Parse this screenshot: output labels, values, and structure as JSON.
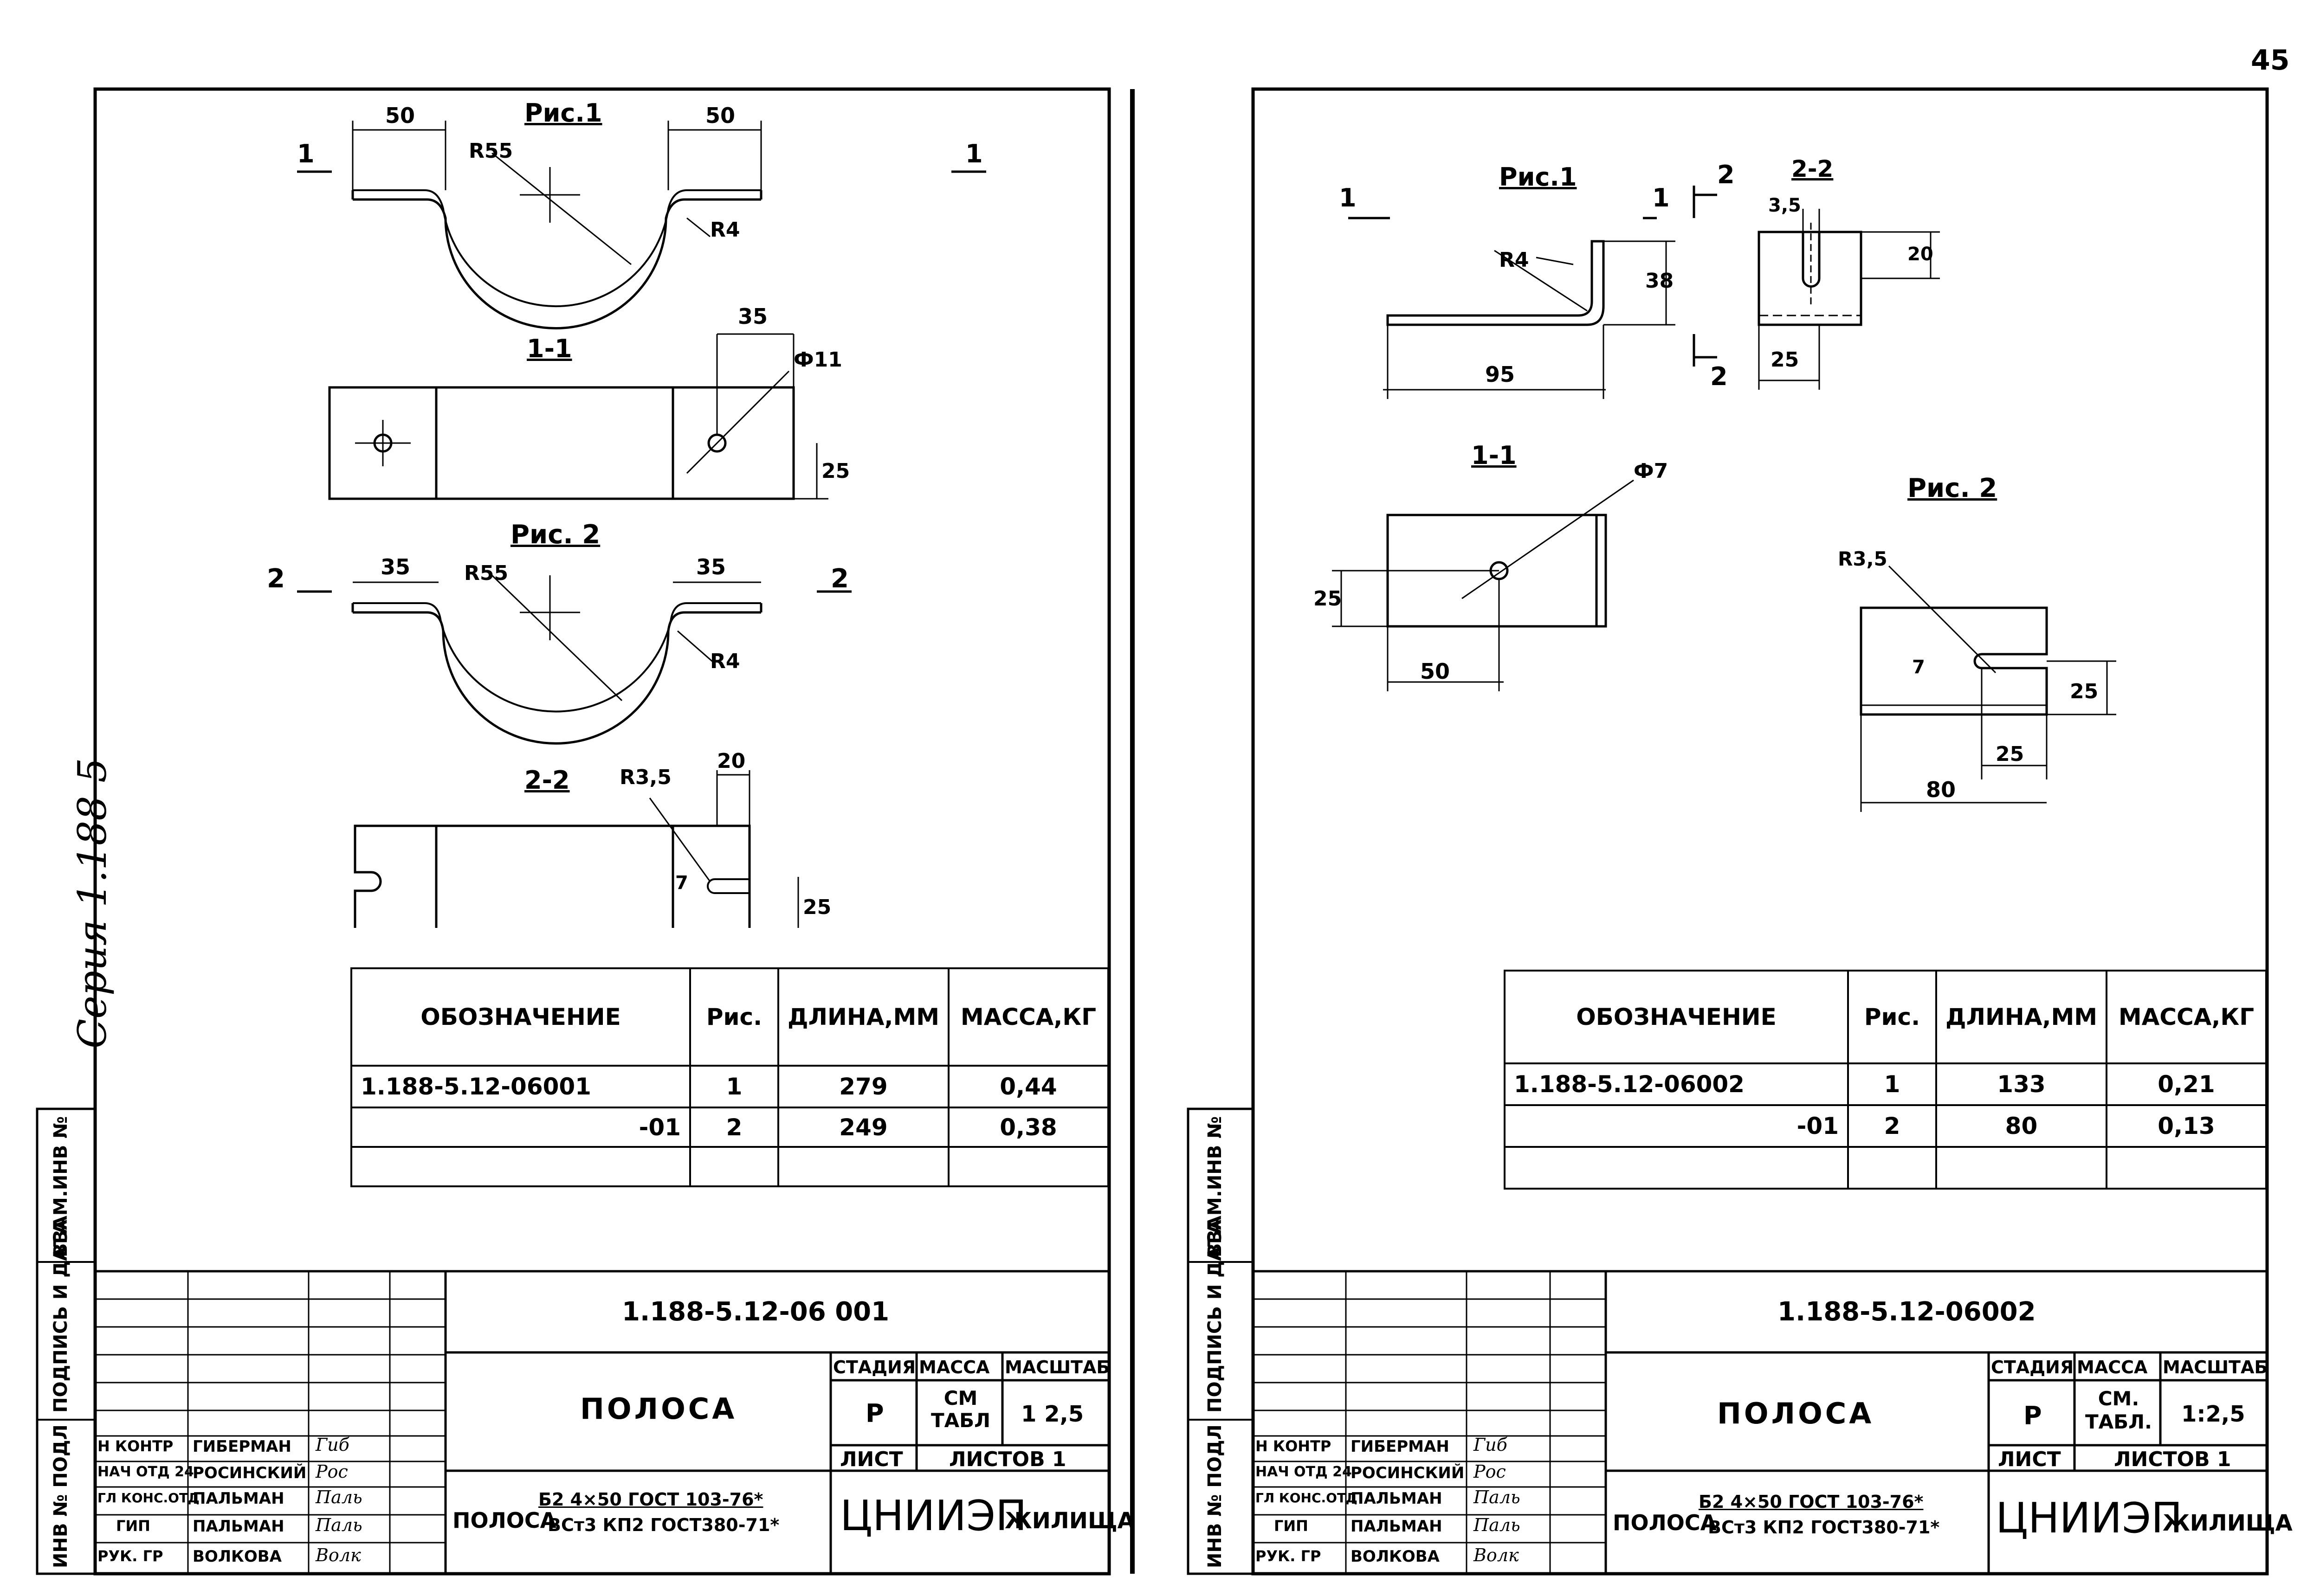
{
  "page_number": "45",
  "series_note": "Серия 1.188-5",
  "side_labels": {
    "inv_orig": "ИНВ № ПОДЛ",
    "sign_date": "ПОДПИСЬ И ДАТА",
    "vzam": "ВЗАМ.ИНВ №"
  },
  "sheets": [
    {
      "drawing": {
        "fig1_title": "Рис.1",
        "fig1_dims": {
          "left_flange": "50",
          "right_flange": "50",
          "radius": "R55",
          "bend": "R4"
        },
        "section_marks_fig1": {
          "left": "1",
          "right": "1"
        },
        "section11_title": "1-1",
        "section11_dims": {
          "width": "35",
          "hole": "Ф11",
          "height": "25"
        },
        "fig2_title": "Рис. 2",
        "fig2_dims": {
          "left_flange": "35",
          "right_flange": "35",
          "radius": "R55",
          "bend": "R4"
        },
        "section_marks_fig2": {
          "left": "2",
          "right": "2"
        },
        "section22_title": "2-2",
        "section22_dims": {
          "radius": "R3,5",
          "width": "20",
          "slot": "7",
          "height": "25"
        }
      },
      "table": {
        "headers": [
          "ОБОЗНАЧЕНИЕ",
          "Рис.",
          "ДЛИНА,ММ",
          "МАССА,КГ"
        ],
        "rows": [
          [
            "1.188-5.12-06001",
            "1",
            "279",
            "0,44"
          ],
          [
            "-01",
            "2",
            "249",
            "0,38"
          ]
        ]
      },
      "title_block": {
        "doc_code": "1.188-5.12-06 001",
        "name": "ПОЛОСА",
        "stage_label": "СТАДИЯ",
        "mass_label": "МАССА",
        "scale_label": "МАСШТАБ",
        "stage": "Р",
        "mass": "СМ ТАБЛ",
        "scale": "1 2,5",
        "sheet_label": "ЛИСТ",
        "sheets_label": "ЛИСТОВ 1",
        "material_prefix": "ПОЛОСА",
        "material_top": "Б2 4×50 ГОСТ 103-76*",
        "material_bottom": "ВСт3 КП2 ГОСТ380-71*",
        "org": "ЦНИИЭП",
        "org_sub": "ЖИЛИЩА",
        "staff": [
          {
            "role": "Н КОНТР",
            "name": "ГИБЕРМАН",
            "sign": "Гиб"
          },
          {
            "role": "НАЧ ОТД 24",
            "name": "РОСИНСКИЙ",
            "sign": "Рос"
          },
          {
            "role": "ГЛ КОНС.ОТД",
            "name": "ПАЛЬМАН",
            "sign": "Паль"
          },
          {
            "role": "ГИП",
            "name": "ПАЛЬМАН",
            "sign": "Паль"
          },
          {
            "role": "РУК. ГР",
            "name": "ВОЛКОВА",
            "sign": "Волк"
          }
        ]
      }
    },
    {
      "drawing": {
        "fig1_title": "Рис.1",
        "fig1_dims": {
          "length": "95",
          "height": "38",
          "bend": "R4"
        },
        "section_marks": {
          "left": "1",
          "mid": "1",
          "two_top": "2",
          "two_bottom": "2"
        },
        "section22_title": "2-2",
        "section22_dims": {
          "slot": "3,5",
          "height": "20",
          "width": "25"
        },
        "section11_title": "1-1",
        "section11_dims": {
          "hole": "Ф7",
          "height": "25",
          "width": "50"
        },
        "fig2_title": "Рис. 2",
        "fig2_dims": {
          "radius": "R3,5",
          "slot": "7",
          "height": "25",
          "inner": "25",
          "length": "80"
        }
      },
      "table": {
        "headers": [
          "ОБОЗНАЧЕНИЕ",
          "Рис.",
          "ДЛИНА,ММ",
          "МАССА,КГ"
        ],
        "rows": [
          [
            "1.188-5.12-06002",
            "1",
            "133",
            "0,21"
          ],
          [
            "-01",
            "2",
            "80",
            "0,13"
          ]
        ]
      },
      "title_block": {
        "doc_code": "1.188-5.12-06002",
        "name": "ПОЛОСА",
        "stage_label": "СТАДИЯ",
        "mass_label": "МАССА",
        "scale_label": "МАСШТАБ",
        "stage": "Р",
        "mass": "СМ. ТАБЛ.",
        "scale": "1:2,5",
        "sheet_label": "ЛИСТ",
        "sheets_label": "ЛИСТОВ 1",
        "material_prefix": "ПОЛОСА",
        "material_top": "Б2 4×50 ГОСТ 103-76*",
        "material_bottom": "ВСт3 КП2 ГОСТ380-71*",
        "org": "ЦНИИЭП",
        "org_sub": "ЖИЛИЩА",
        "staff": [
          {
            "role": "Н КОНТР",
            "name": "ГИБЕРМАН",
            "sign": "Гиб"
          },
          {
            "role": "НАЧ ОТД 24",
            "name": "РОСИНСКИЙ",
            "sign": "Рос"
          },
          {
            "role": "ГЛ КОНС.ОТД",
            "name": "ПАЛЬМАН",
            "sign": "Паль"
          },
          {
            "role": "ГИП",
            "name": "ПАЛЬМАН",
            "sign": "Паль"
          },
          {
            "role": "РУК. ГР",
            "name": "ВОЛКОВА",
            "sign": "Волк"
          }
        ]
      }
    }
  ]
}
